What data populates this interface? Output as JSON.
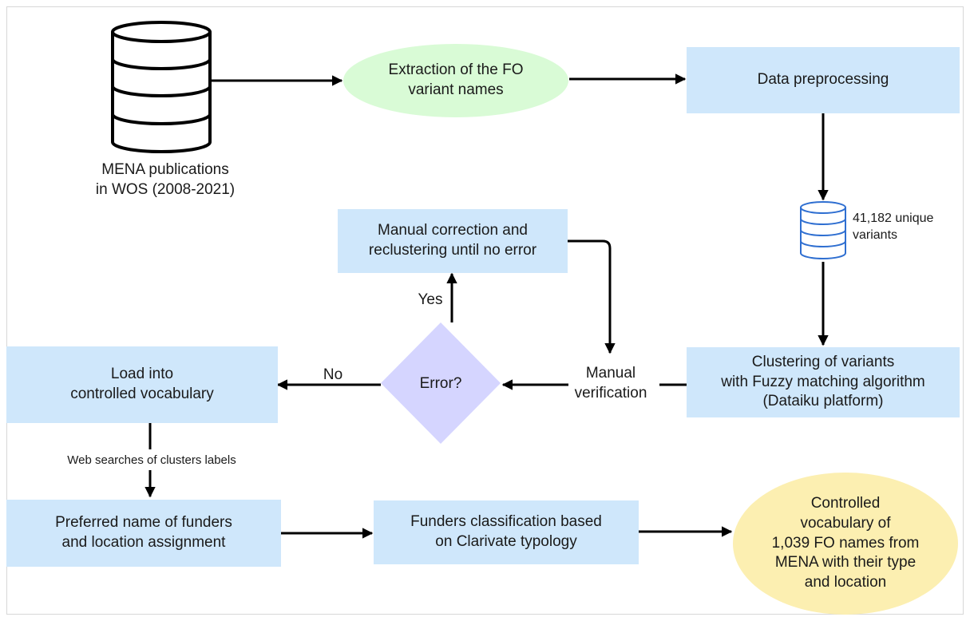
{
  "diagram": {
    "nodes": {
      "source_caption": "MENA publications\nin WOS (2008-2021)",
      "extraction": "Extraction of the FO\nvariant names",
      "preprocessing": "Data preprocessing",
      "unique_variants": "41,182 unique\nvariants",
      "clustering": "Clustering of variants\nwith Fuzzy matching algorithm\n(Dataiku platform)",
      "manual_verification": "Manual\nverification",
      "error_decision": "Error?",
      "correction": "Manual correction and\nreclustering until no error",
      "load": "Load into\ncontrolled vocabulary",
      "preferred_name": "Preferred name of funders\nand location assignment",
      "classification": "Funders classification based\non Clarivate typology",
      "output": "Controlled\nvocabulary of\n1,039 FO names from\nMENA with their type\nand location"
    },
    "edge_labels": {
      "yes": "Yes",
      "no": "No",
      "web_searches": "Web searches of clusters labels"
    },
    "colors": {
      "process_box": "#cfe7fb",
      "start_oval": "#d9fbd6",
      "end_oval": "#fcefb1",
      "decision": "#d5d5ff",
      "database_icon": "#2f6fd1",
      "arrow": "#000000"
    }
  }
}
